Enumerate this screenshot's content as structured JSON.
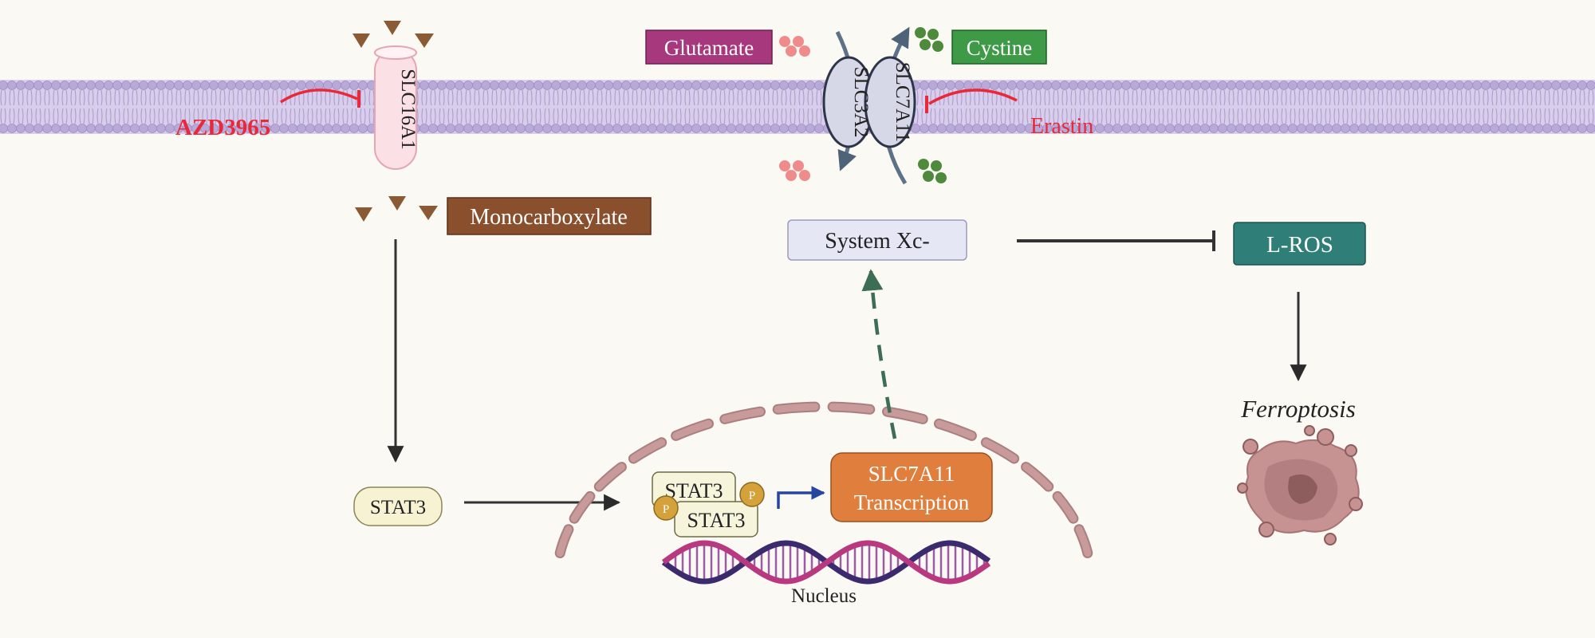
{
  "membrane": {
    "transporter_left": "SLC16A1",
    "heavy_chain": "SLC3A2",
    "light_chain": "SLC7A11"
  },
  "inhibitors": {
    "left": "AZD3965",
    "right": "Erastin"
  },
  "substrates": {
    "glutamate": "Glutamate",
    "cystine": "Cystine",
    "monocarboxylate": "Monocarboxylate"
  },
  "nodes": {
    "system_xc": "System Xc-",
    "l_ros": "L-ROS",
    "stat3": "STAT3",
    "ferroptosis": "Ferroptosis"
  },
  "nucleus": {
    "label": "Nucleus",
    "dimer_top": "STAT3",
    "dimer_bottom": "STAT3",
    "phospho_label": "P",
    "transcription_line1": "SLC7A11",
    "transcription_line2": "Transcription"
  },
  "colors": {
    "background": "#fbf9f4",
    "membrane": "#b9a9d8",
    "inhibitor": "#e8293a",
    "glutamate_box": "#a8387e",
    "cystine_box": "#3e9a47",
    "monocarboxylate_box": "#8a4f2c",
    "l_ros_box": "#2f7f78",
    "transcription_box": "#e07f3d",
    "system_xc_box": "#e6e7f4",
    "stat3_box": "#f6f2d2",
    "nucleus_envelope": "#c99a9a",
    "glutamate_dot": "#ef8b8b",
    "cystine_dot": "#4e8a3c",
    "monocarboxylate_tri": "#8a5a34",
    "dashed_arrow": "#3e6d55"
  }
}
